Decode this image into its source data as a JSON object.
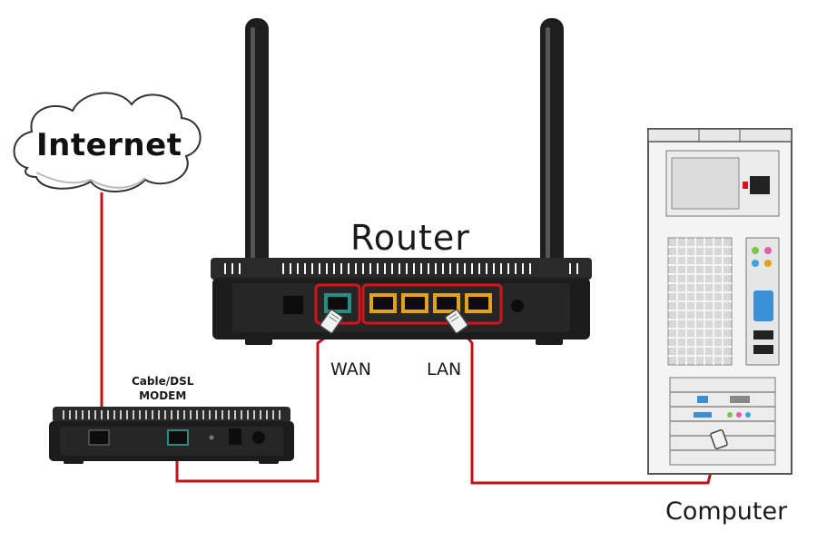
{
  "labels": {
    "internet": "Internet",
    "router": "Router",
    "wan": "WAN",
    "lan": "LAN",
    "modem_line1": "Cable/DSL",
    "modem_line2": "MODEM",
    "computer": "Computer"
  },
  "colors": {
    "cable": "#c0121a",
    "highlight": "#d4141c",
    "device_body": "#222222",
    "port_teal": "#2a8a86",
    "port_yellow": "#e3a21a"
  },
  "icons": [
    "cloud-icon",
    "router-icon",
    "modem-icon",
    "computer-tower-icon",
    "ethernet-plug-icon"
  ]
}
